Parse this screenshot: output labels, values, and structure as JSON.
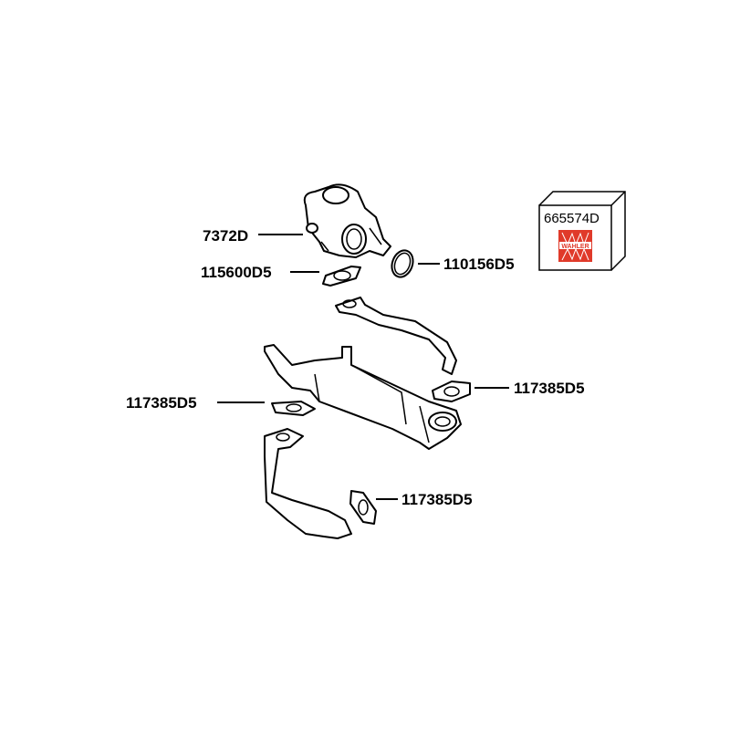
{
  "diagram": {
    "labels": {
      "egr_valve": "7372D",
      "valve_gasket": "115600D5",
      "o_ring": "110156D5",
      "gasket_right": "117385D5",
      "gasket_left": "117385D5",
      "gasket_bottom": "117385D5"
    },
    "kit_box": {
      "part_number": "665574D",
      "brand": "WAHLER",
      "brand_color": "#e03a2a"
    }
  }
}
